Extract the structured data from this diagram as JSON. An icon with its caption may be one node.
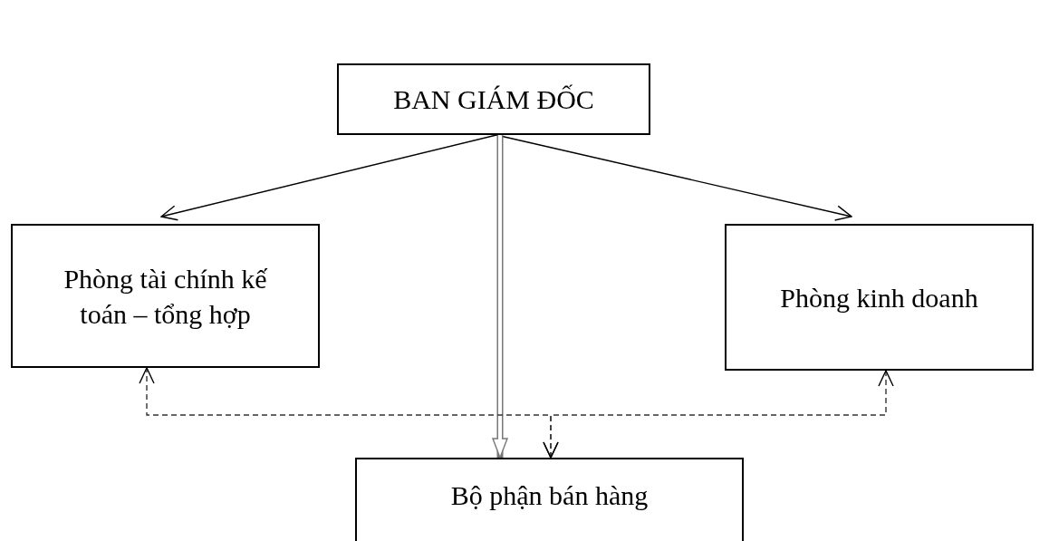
{
  "diagram": {
    "nodes": [
      {
        "text": [
          "BAN GIÁM ĐỐC"
        ]
      },
      {
        "text": [
          "Phòng tài chính kế toán – tổng hợp"
        ]
      },
      {
        "text": [
          "Phòng kinh doanh"
        ]
      },
      {
        "text": [
          "Bộ phận bán hàng"
        ]
      }
    ],
    "edges": [
      {
        "from": 0,
        "to": 1,
        "arrow": "to"
      },
      {
        "from": 0,
        "to": 2,
        "arrow": "to"
      },
      {
        "from": 0,
        "to": 3,
        "arrow": "to",
        "style": "thick",
        "color": "#777777"
      },
      {
        "from": 3,
        "to": 1,
        "arrow": "both",
        "style": "dashed"
      },
      {
        "from": 3,
        "to": 2,
        "arrow": "both",
        "style": "dashed"
      }
    ]
  }
}
